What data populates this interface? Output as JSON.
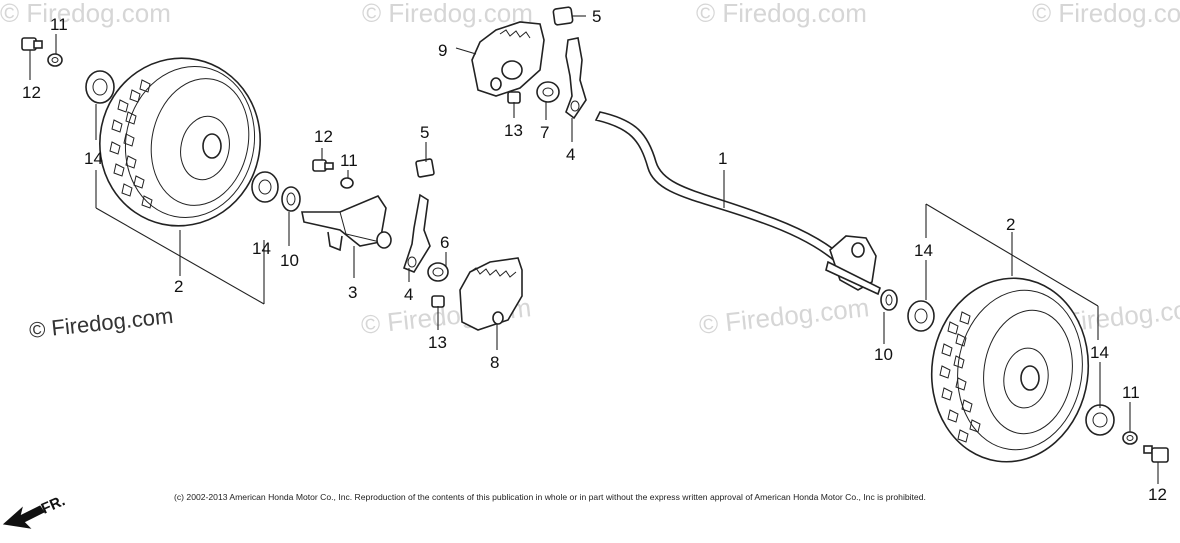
{
  "watermarks": [
    "© Firedog.com",
    "© Firedog.com",
    "© Firedog.com",
    "© Firedog.com",
    "© Firedog.com",
    "© Firedog.com",
    "© Firedog.com"
  ],
  "main_watermark": "© Firedog.com",
  "copyright": "(c) 2002-2013 American Honda Motor Co., Inc. Reproduction of the contents of this publication in whole or in part without the express written approval of American Honda Motor Co., Inc is prohibited.",
  "direction_label": "FR.",
  "callouts": [
    "11",
    "12",
    "14",
    "2",
    "12",
    "11",
    "14",
    "10",
    "3",
    "5",
    "4",
    "6",
    "13",
    "8",
    "9",
    "5",
    "13",
    "7",
    "4",
    "1",
    "2",
    "14",
    "10",
    "14",
    "11",
    "12"
  ]
}
